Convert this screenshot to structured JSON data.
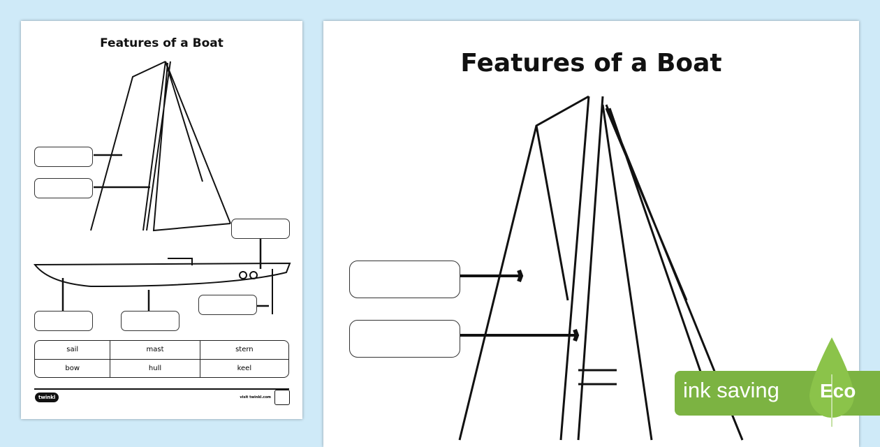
{
  "worksheet_small": {
    "title": "Features of a Boat",
    "word_bank": [
      [
        "sail",
        "mast",
        "stern"
      ],
      [
        "bow",
        "hull",
        "keel"
      ]
    ],
    "logo": "twinkl",
    "footer_text": "visit twinkl.com"
  },
  "worksheet_large": {
    "title": "Features of a Boat"
  },
  "eco_badge": {
    "label": "ink saving",
    "tag": "Eco",
    "color": "#7cb342"
  }
}
